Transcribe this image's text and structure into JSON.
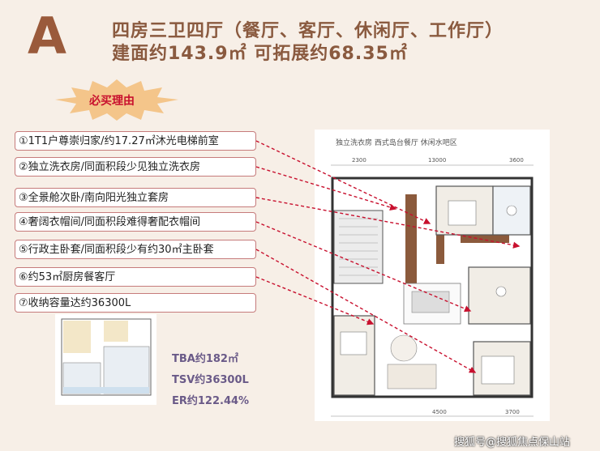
{
  "header": {
    "letter": "A",
    "line1": "四房三卫四厅（餐厅、客厅、休闲厅、工作厅）",
    "line2": "建面约143.9㎡  可拓展约68.35㎡"
  },
  "burst_label": "必买理由",
  "reasons": [
    "①1T1户尊崇归家/约17.27㎡沐光电梯前室",
    "②独立洗衣房/同面积段少见独立洗衣房",
    "③全景舱次卧/南向阳光独立套房",
    "④奢阔衣帽间/同面积段难得奢配衣帽间",
    "⑤行政主卧套/同面积段少有约30㎡主卧套",
    "⑥约53㎡厨房餐客厅",
    "⑦收纳容量达约36300L"
  ],
  "plan": {
    "caption": "独立洗衣房  西式岛台餐厅  休闲水吧区",
    "dims_top": [
      "2300",
      "13000",
      "3600"
    ],
    "dims_bottom": [
      "4500",
      "3700"
    ]
  },
  "stats": {
    "tba": "TBA约182㎡",
    "tsv": "TSV约36300L",
    "er": "ER约122.44%"
  },
  "watermark": "搜狐号@搜狐焦点保山站",
  "colors": {
    "background": "#f7efe7",
    "title": "#8a5a3f",
    "burst": "#f4c58a",
    "burst_text": "#c8102e",
    "reason_border": "#c67b7b",
    "arrow": "#c8102e",
    "stats": "#6a5a88"
  }
}
